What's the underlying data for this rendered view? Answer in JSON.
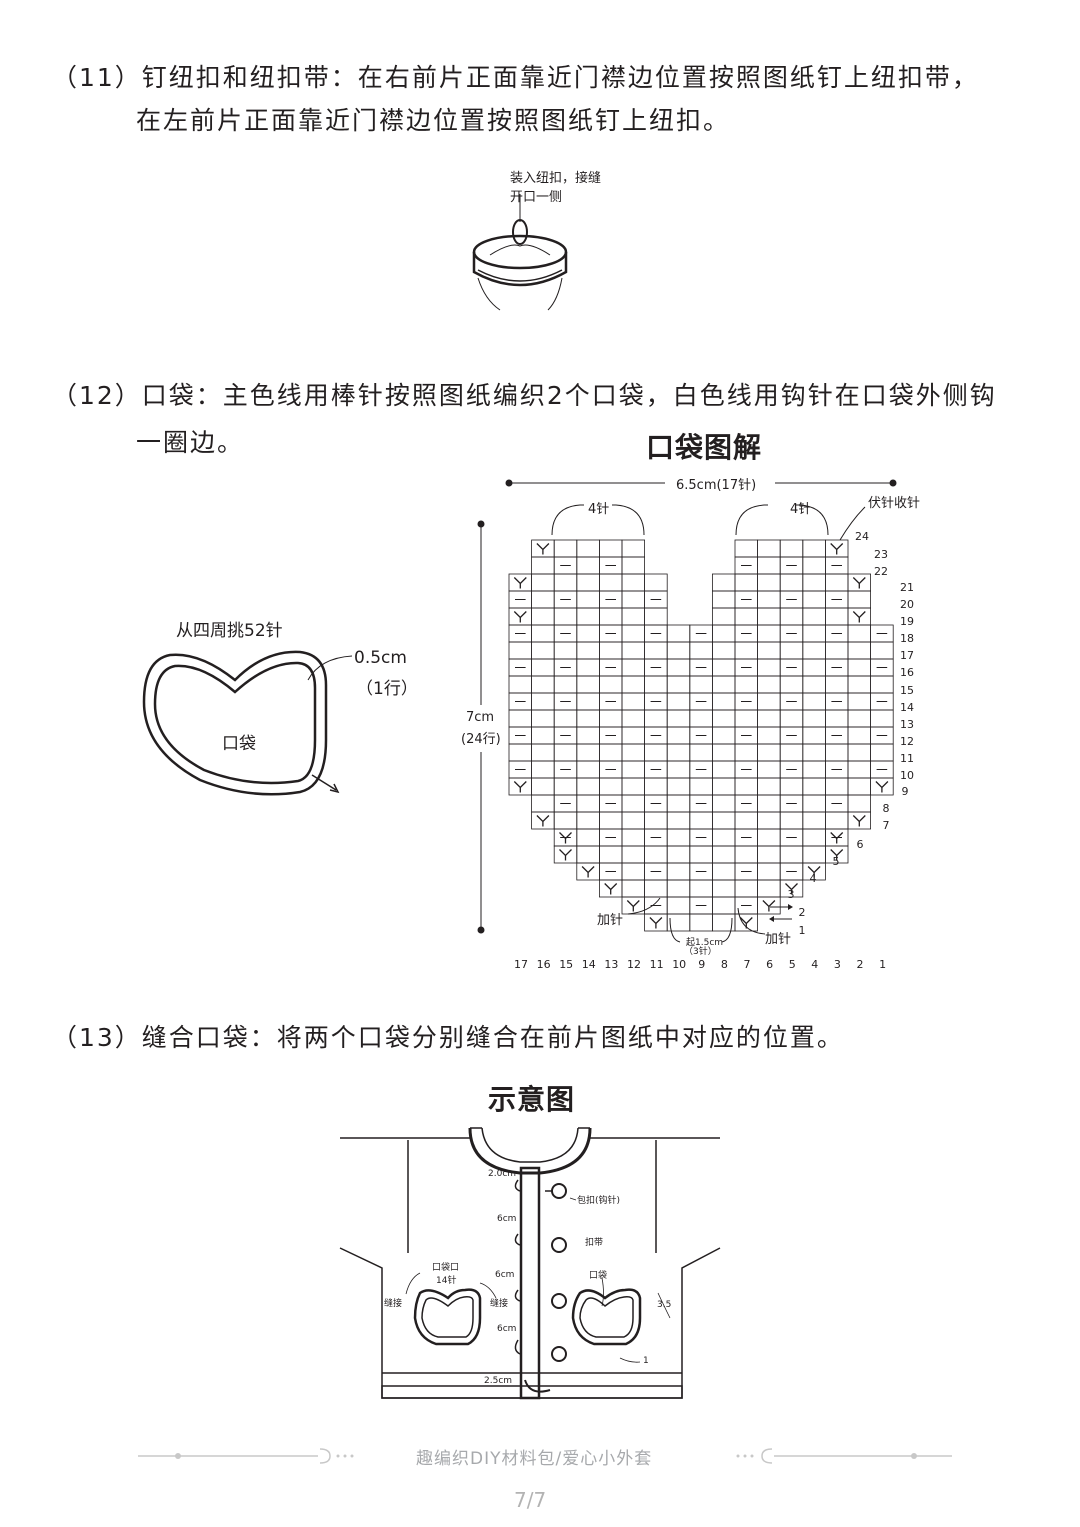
{
  "step11": {
    "line1": "（11）钉纽扣和纽扣带：在右前片正面靠近门襟边位置按照图纸钉上纽扣带，",
    "line2": "在左前片正面靠近门襟边位置按照图纸钉上纽扣。",
    "figure_label_1": "装入纽扣，接缝",
    "figure_label_2": "开口一侧"
  },
  "step12": {
    "line1": "（12）口袋：主色线用棒针按照图纸编织2个口袋，白色线用钩针在口袋外侧钩",
    "line2": "一圈边。",
    "edge_pickup": "从四周挑52针",
    "edge_width": "0.5cm",
    "edge_rows": "（1行）",
    "pocket_label": "口袋",
    "chart": {
      "title": "口袋图解",
      "width_label": "6.5cm(17针)",
      "lobe_left": "4针",
      "lobe_right": "4针",
      "bind_off": "伏针收针",
      "height_label": "7cm",
      "height_rows": "(24行)",
      "increase_left": "加针",
      "increase_right": "加针",
      "start_width": "起1.5cm",
      "start_sts": "（3针）",
      "row_numbers": [
        "24",
        "23",
        "22",
        "21",
        "20",
        "19",
        "18",
        "17",
        "16",
        "15",
        "14",
        "13",
        "12",
        "11",
        "10",
        "9",
        "8",
        "7",
        "6",
        "5",
        "4",
        "3",
        "2",
        "1"
      ],
      "col_numbers": [
        "17",
        "16",
        "15",
        "14",
        "13",
        "12",
        "11",
        "10",
        "9",
        "8",
        "7",
        "6",
        "5",
        "4",
        "3",
        "2",
        "1"
      ]
    }
  },
  "step13": {
    "line1": "（13）缝合口袋：将两个口袋分别缝合在前片图纸中对应的位置。",
    "diagram": {
      "title": "示意图",
      "d_2cm": "2.0cm",
      "d_6cm_a": "6cm",
      "d_6cm_b": "6cm",
      "d_6cm_c": "6cm",
      "d_25cm": "2.5cm",
      "button_label": "包扣(钩针)",
      "loop_label": "扣带",
      "pocket_mouth": "口袋口",
      "pocket_mouth_sts": "14针",
      "sew_left": "缝接",
      "sew_mid": "缝接",
      "pocket_label": "口袋",
      "n35": "3.5",
      "n1": "1"
    }
  },
  "footer": {
    "text": "趣编织DIY材料包/爱心小外套",
    "page": "7/7"
  }
}
